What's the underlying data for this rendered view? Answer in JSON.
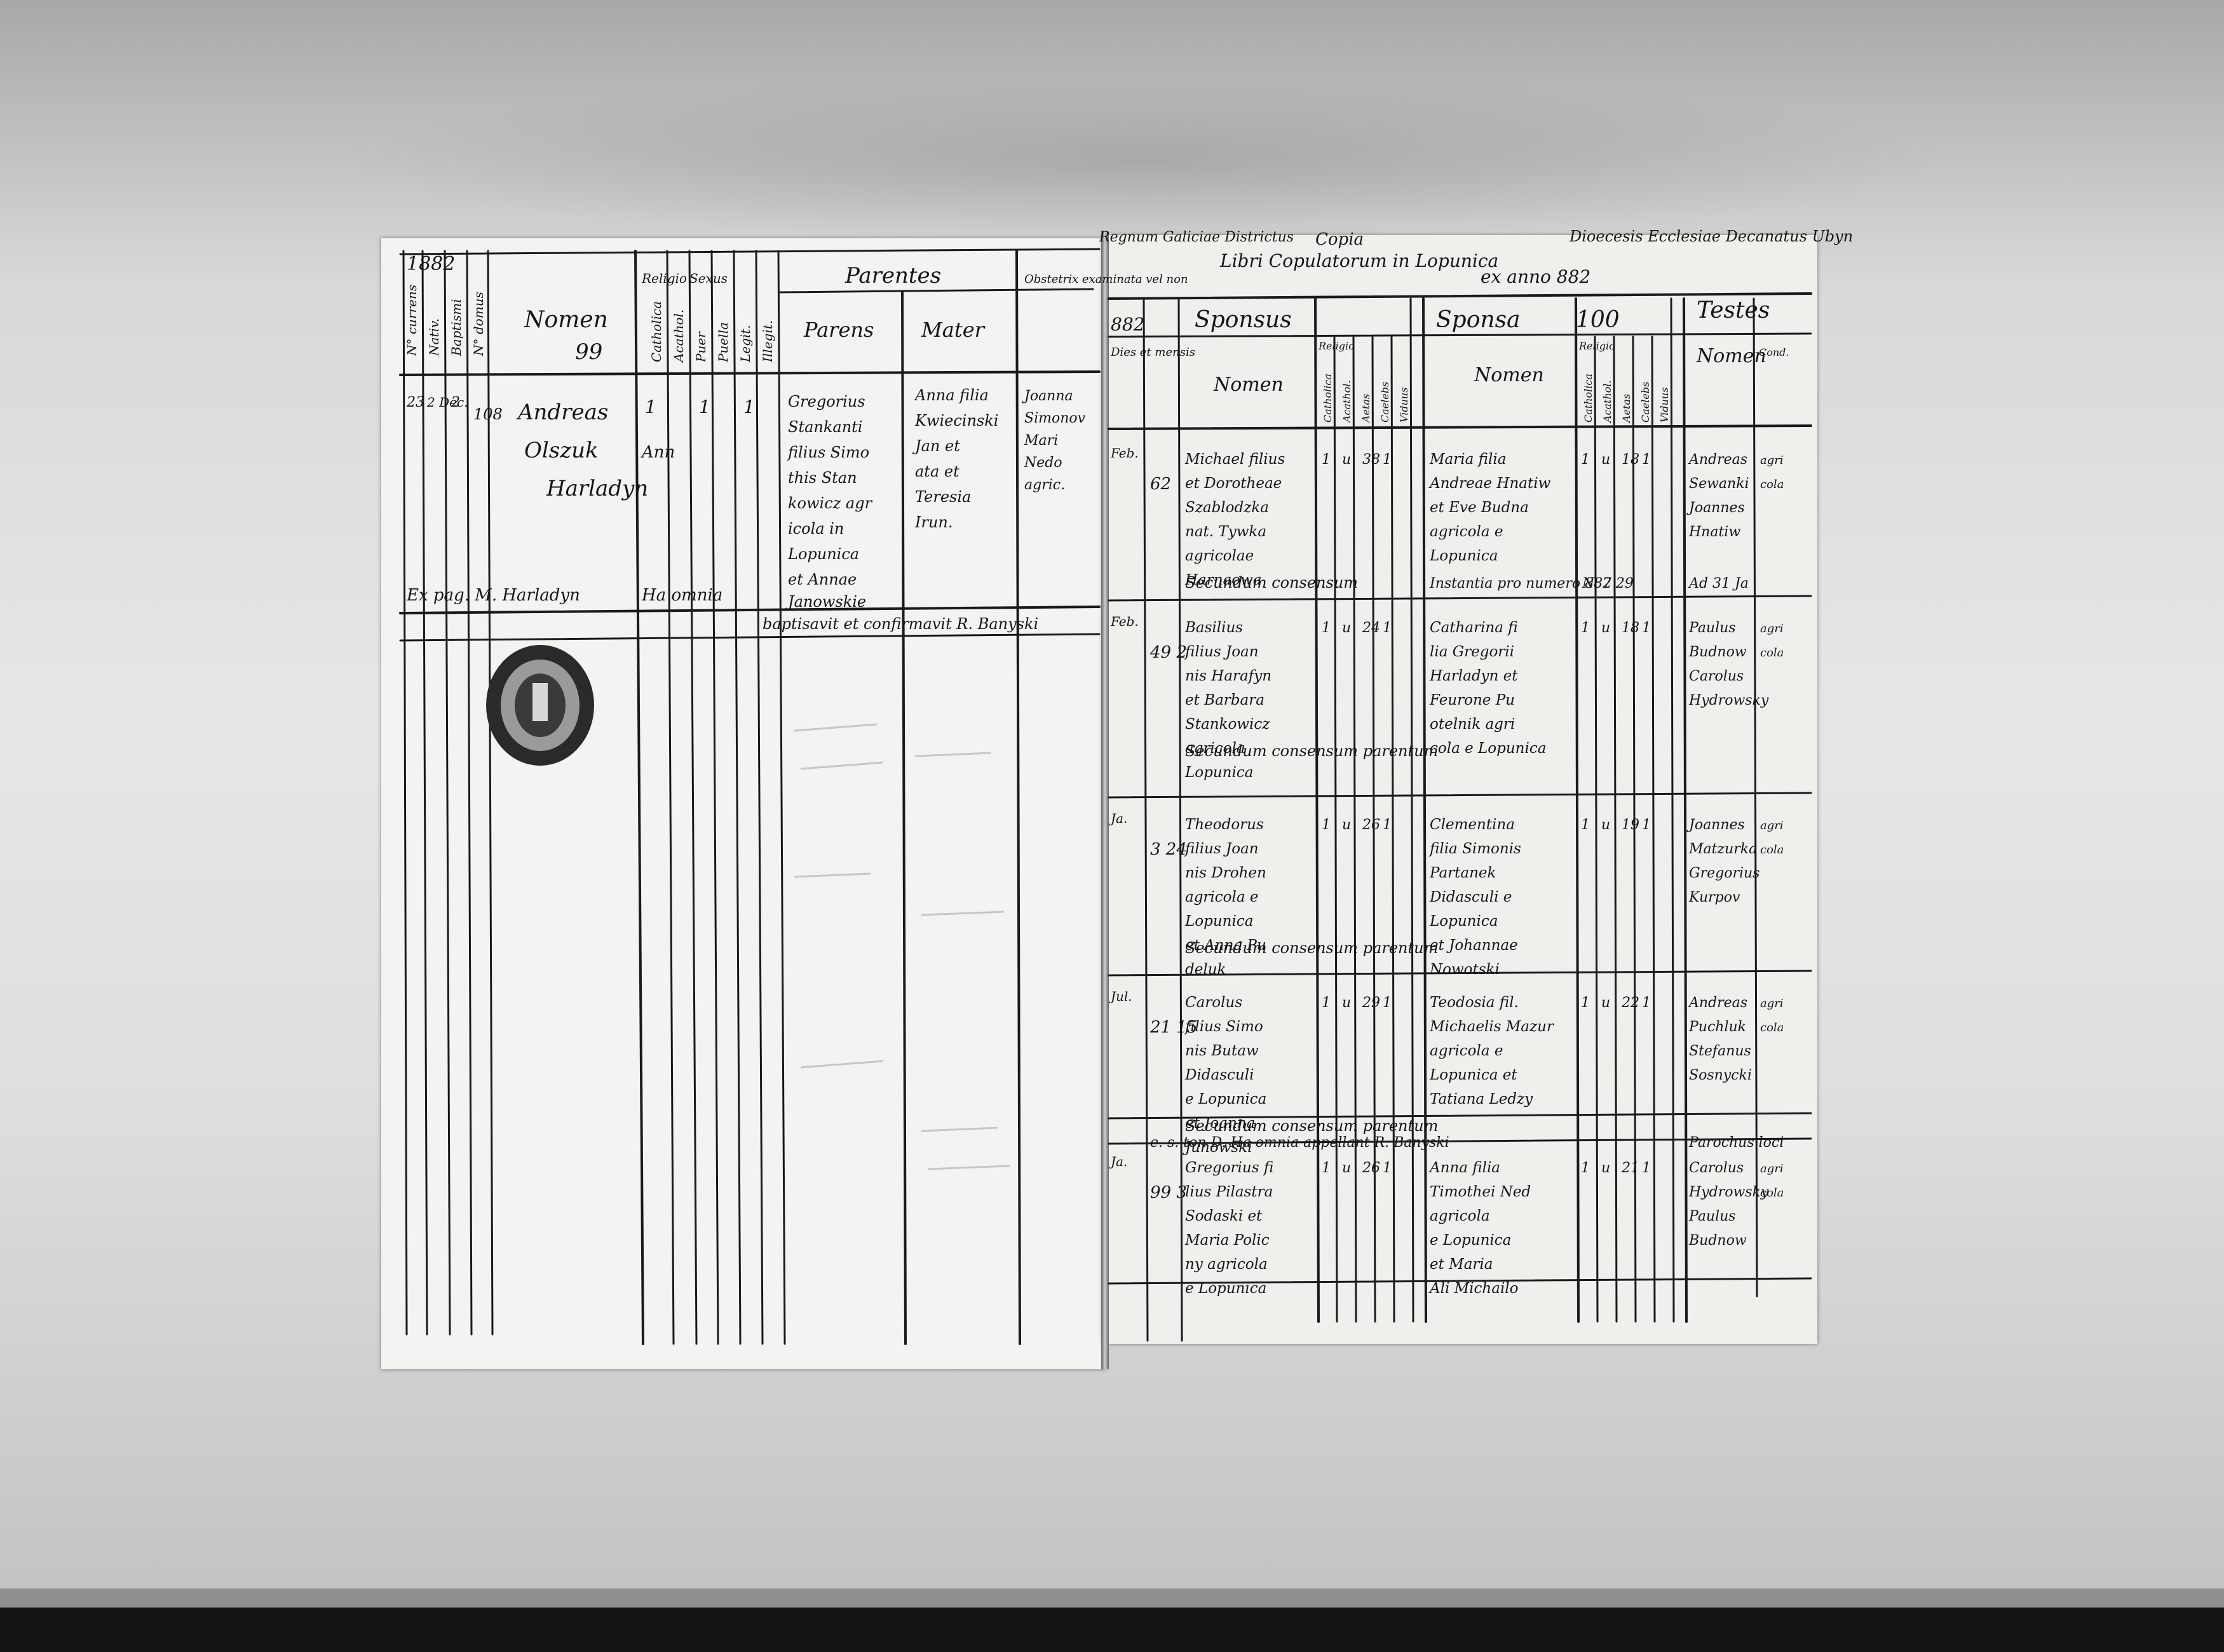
{
  "left_page": {
    "year": "1882",
    "header_numero": "N° currens",
    "header_nativitatis": "Nativ.",
    "header_baptismi": "Baptismi",
    "header_domus": "N° domus",
    "header_nomen": "Nomen",
    "header_nomen_number": "99",
    "header_religio": "Religio",
    "header_sexus": "Sexus",
    "sub_catholica": "Catholica",
    "sub_acatholica": "Acathol.",
    "sub_puer": "Puer",
    "sub_puella": "Puella",
    "sub_legitimi": "Legit.",
    "sub_illegitimi": "Illegit.",
    "header_parentes": "Parentes",
    "header_pater": "Parens",
    "header_mater": "Mater",
    "header_obstetrix": "Obstetrix examinata vel non",
    "entry": {
      "number": "23",
      "nativitatis": "2 Dec.",
      "baptismi": "2",
      "domus": "108",
      "nomen_lines": [
        "Andreas",
        "Olszuk",
        "Harladyn"
      ],
      "religio_mark": "1",
      "acathol_mark": "Ann",
      "sexus_mark": "1",
      "legit_mark": "1",
      "pater_lines": [
        "Gregorius",
        "Stankanti",
        "filius Simo",
        "this Stan",
        "kowicz agr",
        "icola in",
        "Lopunica",
        "et Annae",
        "Janowskie"
      ],
      "mater_lines": [
        "Anna filia",
        "Kwiecinski",
        "Jan et",
        "ata et",
        "Teresia",
        "Irun."
      ],
      "obstetrix_lines": [
        "Joanna",
        "Simonov",
        "Mari",
        "Nedo",
        "agric."
      ],
      "remark_left": "Ex pag. M. Harladyn",
      "remark_mid": "Ha omnia",
      "remark_right": "baptisavit et confirmavit R. Banyski"
    }
  },
  "right_page": {
    "title_left": "Regnum Galiciae Districtus",
    "title_center_top": "Copia",
    "title_center": "Libri Copulatorum in Lopunica",
    "title_anno": "ex anno 882",
    "title_right": "Dioecesis Ecclesiae Decanatus Ubyn",
    "year_col": "882",
    "header_dies": "Dies et mensis",
    "header_sponsus": "Sponsus",
    "header_sponsa": "Sponsa",
    "header_sponsa_number": "100",
    "header_testes": "Testes",
    "header_nomen": "Nomen",
    "header_nomen_testes": "Nomen",
    "sub_religio": "Religio",
    "sub_catholica": "Catholica",
    "sub_acatholica": "Acathol.",
    "sub_aetas": "Aetas",
    "sub_caelebs": "Caelebs",
    "sub_viduus": "Viduus",
    "sub_conditio": "Cond.",
    "entries": [
      {
        "date": "Feb.",
        "house": "62",
        "sponsus": [
          "Michael filius",
          "et Dorotheae",
          "Szablodzka",
          "nat. Tywka",
          "agricolae",
          "Harnaowa"
        ],
        "sponsus_marks": [
          "1",
          "u",
          "38",
          "1"
        ],
        "sponsa": [
          "Maria filia",
          "Andreae Hnatiw",
          "et Eve Budna",
          "agricola e",
          "Lopunica"
        ],
        "sponsa_marks": [
          "1",
          "u",
          "18",
          "1"
        ],
        "testes": [
          "Andreas",
          "Sewanki",
          "Joannes",
          "Hnatiw"
        ],
        "testes_remark": [
          "agri",
          "cola"
        ],
        "note": "Secundum consensum",
        "note_right": "Instantia pro numero 882",
        "note_ref": "N. 7 29",
        "note_testes": "Ad 31 Ja"
      },
      {
        "date": "Feb.",
        "house": "49 2",
        "sponsus": [
          "Basilius",
          "filius Joan",
          "nis Harafyn",
          "et Barbara",
          "Stankowicz",
          "agricola",
          "Lopunica"
        ],
        "sponsus_marks": [
          "1",
          "u",
          "24",
          "1"
        ],
        "sponsa": [
          "Catharina fi",
          "lia Gregorii",
          "Harladyn et",
          "Feurone Pu",
          "otelnik agri",
          "cola e Lopunica"
        ],
        "sponsa_marks": [
          "1",
          "u",
          "18",
          "1"
        ],
        "testes": [
          "Paulus",
          "Budnow",
          "Carolus",
          "Hydrowsky"
        ],
        "testes_remark": [
          "agri",
          "cola"
        ],
        "note": "Secundum consensum parentum"
      },
      {
        "date": "Ja.",
        "house": "3 24",
        "sponsus": [
          "Theodorus",
          "filius Joan",
          "nis Drohen",
          "agricola e",
          "Lopunica",
          "et Anna Pu",
          "deluk"
        ],
        "sponsus_marks": [
          "1",
          "u",
          "26",
          "1"
        ],
        "sponsa": [
          "Clementina",
          "filia Simonis",
          "Partanek",
          "Didasculi e",
          "Lopunica",
          "et Johannae",
          "Nowotski"
        ],
        "sponsa_marks": [
          "1",
          "u",
          "19",
          "1"
        ],
        "testes": [
          "Joannes",
          "Matzurka",
          "Gregorius",
          "Kurpov"
        ],
        "testes_remark": [
          "agri",
          "cola"
        ],
        "note": "Secundum consensum parentum"
      },
      {
        "date": "Jul.",
        "house": "21 15",
        "sponsus": [
          "Carolus",
          "filius Simo",
          "nis Butaw",
          "Didasculi",
          "e Lopunica",
          "et Joanna",
          "Junowski"
        ],
        "sponsus_marks": [
          "1",
          "u",
          "29",
          "1"
        ],
        "sponsa": [
          "Teodosia fil.",
          "Michaelis Mazur",
          "agricola e",
          "Lopunica et",
          "Tatiana Ledzy"
        ],
        "sponsa_marks": [
          "1",
          "u",
          "22",
          "1"
        ],
        "testes": [
          "Andreas",
          "Puchluk",
          "Stefanus",
          "Sosnycki"
        ],
        "testes_remark": [
          "agri",
          "cola"
        ],
        "note": "Secundum consensum parentum"
      },
      {
        "date": "Ja.",
        "house": "99 3",
        "sponsus": [
          "Gregorius fi",
          "lius Pilastra",
          "Sodaski et",
          "Maria Polic",
          "ny agricola",
          "e Lopunica"
        ],
        "sponsus_marks": [
          "1",
          "u",
          "26",
          "1"
        ],
        "sponsa": [
          "Anna filia",
          "Timothei Ned",
          "agricola",
          "e Lopunica",
          "et Maria",
          "Ali Michailo"
        ],
        "sponsa_marks": [
          "1",
          "u",
          "21",
          "1"
        ],
        "testes": [
          "Carolus",
          "Hydrowsky",
          "Paulus",
          "Budnow"
        ],
        "testes_remark": [
          "agri",
          "cola"
        ],
        "note_row": "e. s. ton D. Ha omnia appellant R. Banyski",
        "note_testes": "Parochus loci"
      }
    ]
  },
  "seal": {
    "label": "official-seal"
  }
}
